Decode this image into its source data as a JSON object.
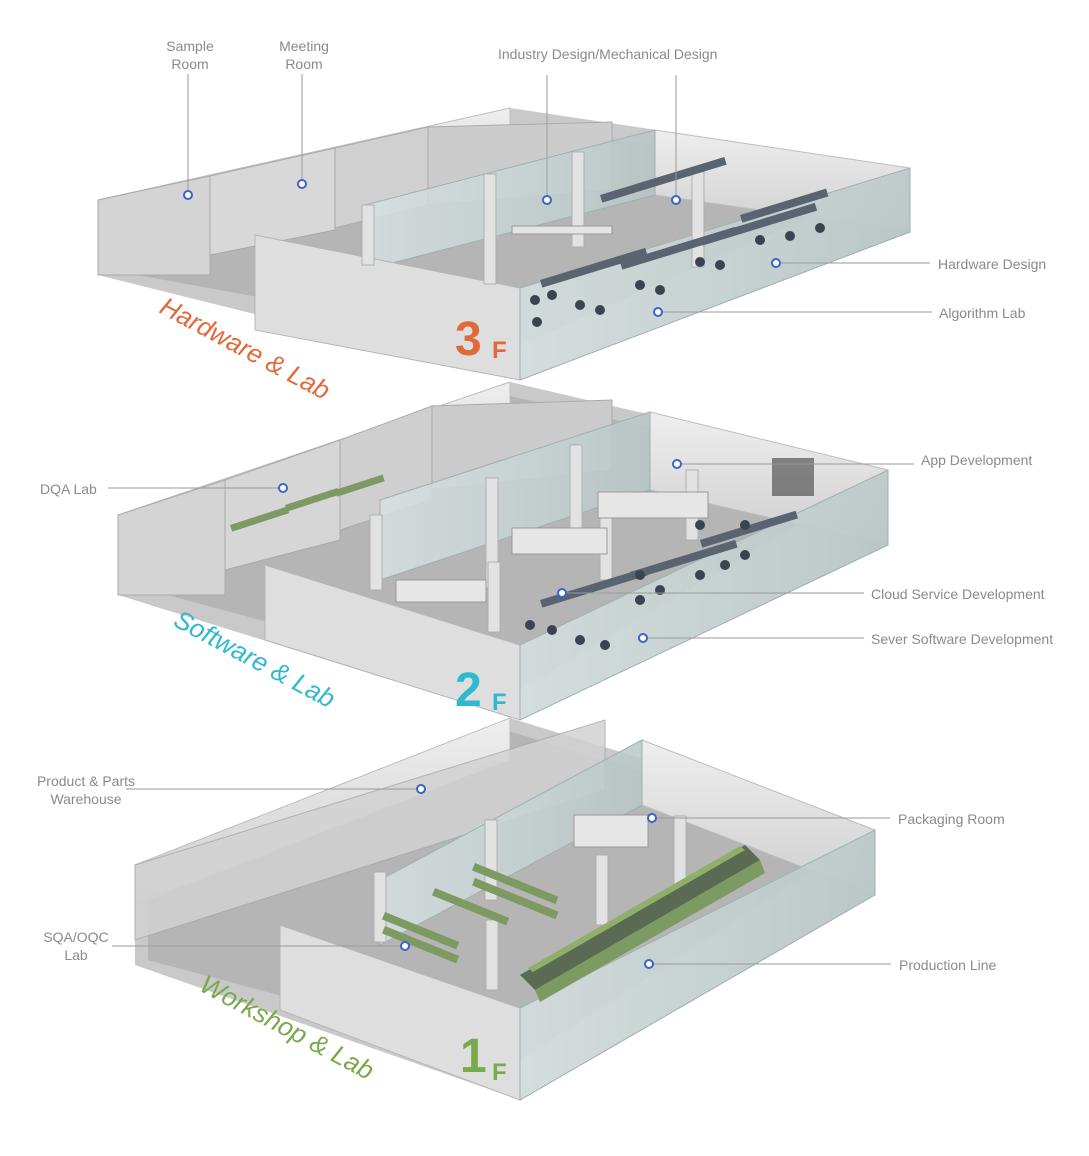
{
  "floors": [
    {
      "title": "Hardware & Lab",
      "number": "3",
      "suffix": "F",
      "color": "#e06a3b"
    },
    {
      "title": "Software & Lab",
      "number": "2",
      "suffix": "F",
      "color": "#2fb9cf"
    },
    {
      "title": "Workshop & Lab",
      "number": "1",
      "suffix": "F",
      "color": "#78a94a"
    }
  ],
  "labels": {
    "sample_room": "Sample\nRoom",
    "meeting_room": "Meeting\nRoom",
    "industry_design": "Industry Design/Mechanical Design",
    "hardware_design": "Hardware Design",
    "algorithm_lab": "Algorithm Lab",
    "dqa_lab": "DQA Lab",
    "app_development": "App Development",
    "cloud_service": "Cloud Service Development",
    "sever_software": "Sever Software Development",
    "product_parts": "Product & Parts\nWarehouse",
    "packaging_room": "Packaging Room",
    "sqa_oqc": "SQA/OQC\nLab",
    "production_line": "Production Line"
  },
  "colors": {
    "marker": "#3a64c8",
    "leader": "#9a9a9a",
    "wall": "#d9d9d9",
    "glass": "#c5d3d3",
    "floor": "#b7b7b7",
    "bench": "#7d9a62"
  }
}
